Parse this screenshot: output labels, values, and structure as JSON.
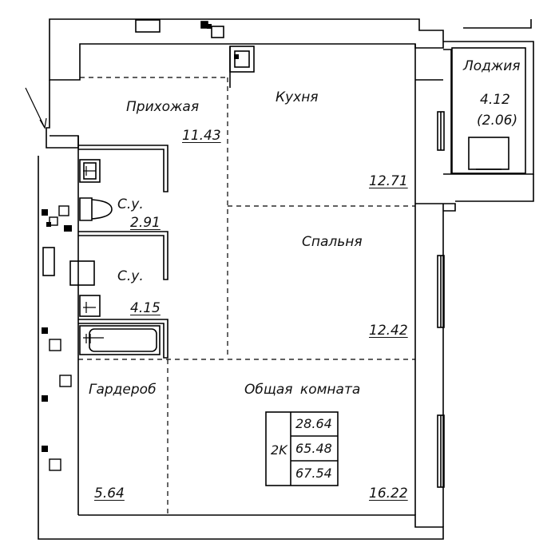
{
  "rooms": {
    "hallway": {
      "name": "Прихожая",
      "area": "11.43"
    },
    "kitchen": {
      "name": "Кухня",
      "area": "12.71"
    },
    "bathroom1": {
      "name": "С.у.",
      "area": "2.91"
    },
    "bathroom2": {
      "name": "С.у.",
      "area": "4.15"
    },
    "bedroom": {
      "name": "Спальня",
      "area": "12.42"
    },
    "wardrobe": {
      "name": "Гардероб",
      "area": "5.64"
    },
    "living": {
      "name": "Общая комната",
      "area": "16.22"
    },
    "loggia": {
      "name": "Лоджия",
      "area": "4.12",
      "area_reduced": "(2.06)"
    }
  },
  "summary": {
    "type": "2K",
    "living_area": "28.64",
    "total_area": "65.48",
    "total_with_loggia": "67.54"
  }
}
